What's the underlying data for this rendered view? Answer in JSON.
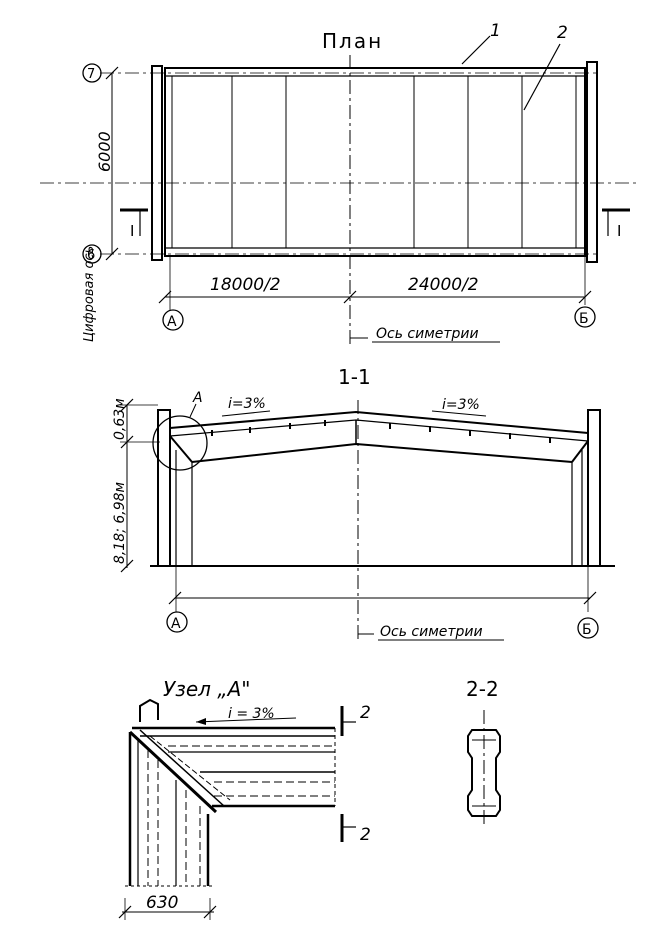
{
  "plan": {
    "title": "План",
    "callout_1": "1",
    "callout_2": "2",
    "dim_span": "6000",
    "axis_7": "7",
    "axis_6": "6",
    "section_mark": "I",
    "digital_axis": "Цифровая ось",
    "dim_left": "18000/2",
    "dim_right": "24000/2",
    "axis_a": "А",
    "axis_b": "Б",
    "sym_axis": "Ось симетрии"
  },
  "section": {
    "title": "1-1",
    "node_ref": "А",
    "slope_left": "i=3%",
    "slope_right": "i=3%",
    "height_top": "0,63м",
    "height_main": "8,18; 6,98м",
    "axis_a": "А",
    "axis_b": "Б",
    "sym_axis": "Ось симетрии"
  },
  "node": {
    "title": "Узел „А\"",
    "slope": "i = 3%",
    "cut_top": "2",
    "cut_bottom": "2",
    "dim_width": "630"
  },
  "cut": {
    "title": "2-2"
  }
}
